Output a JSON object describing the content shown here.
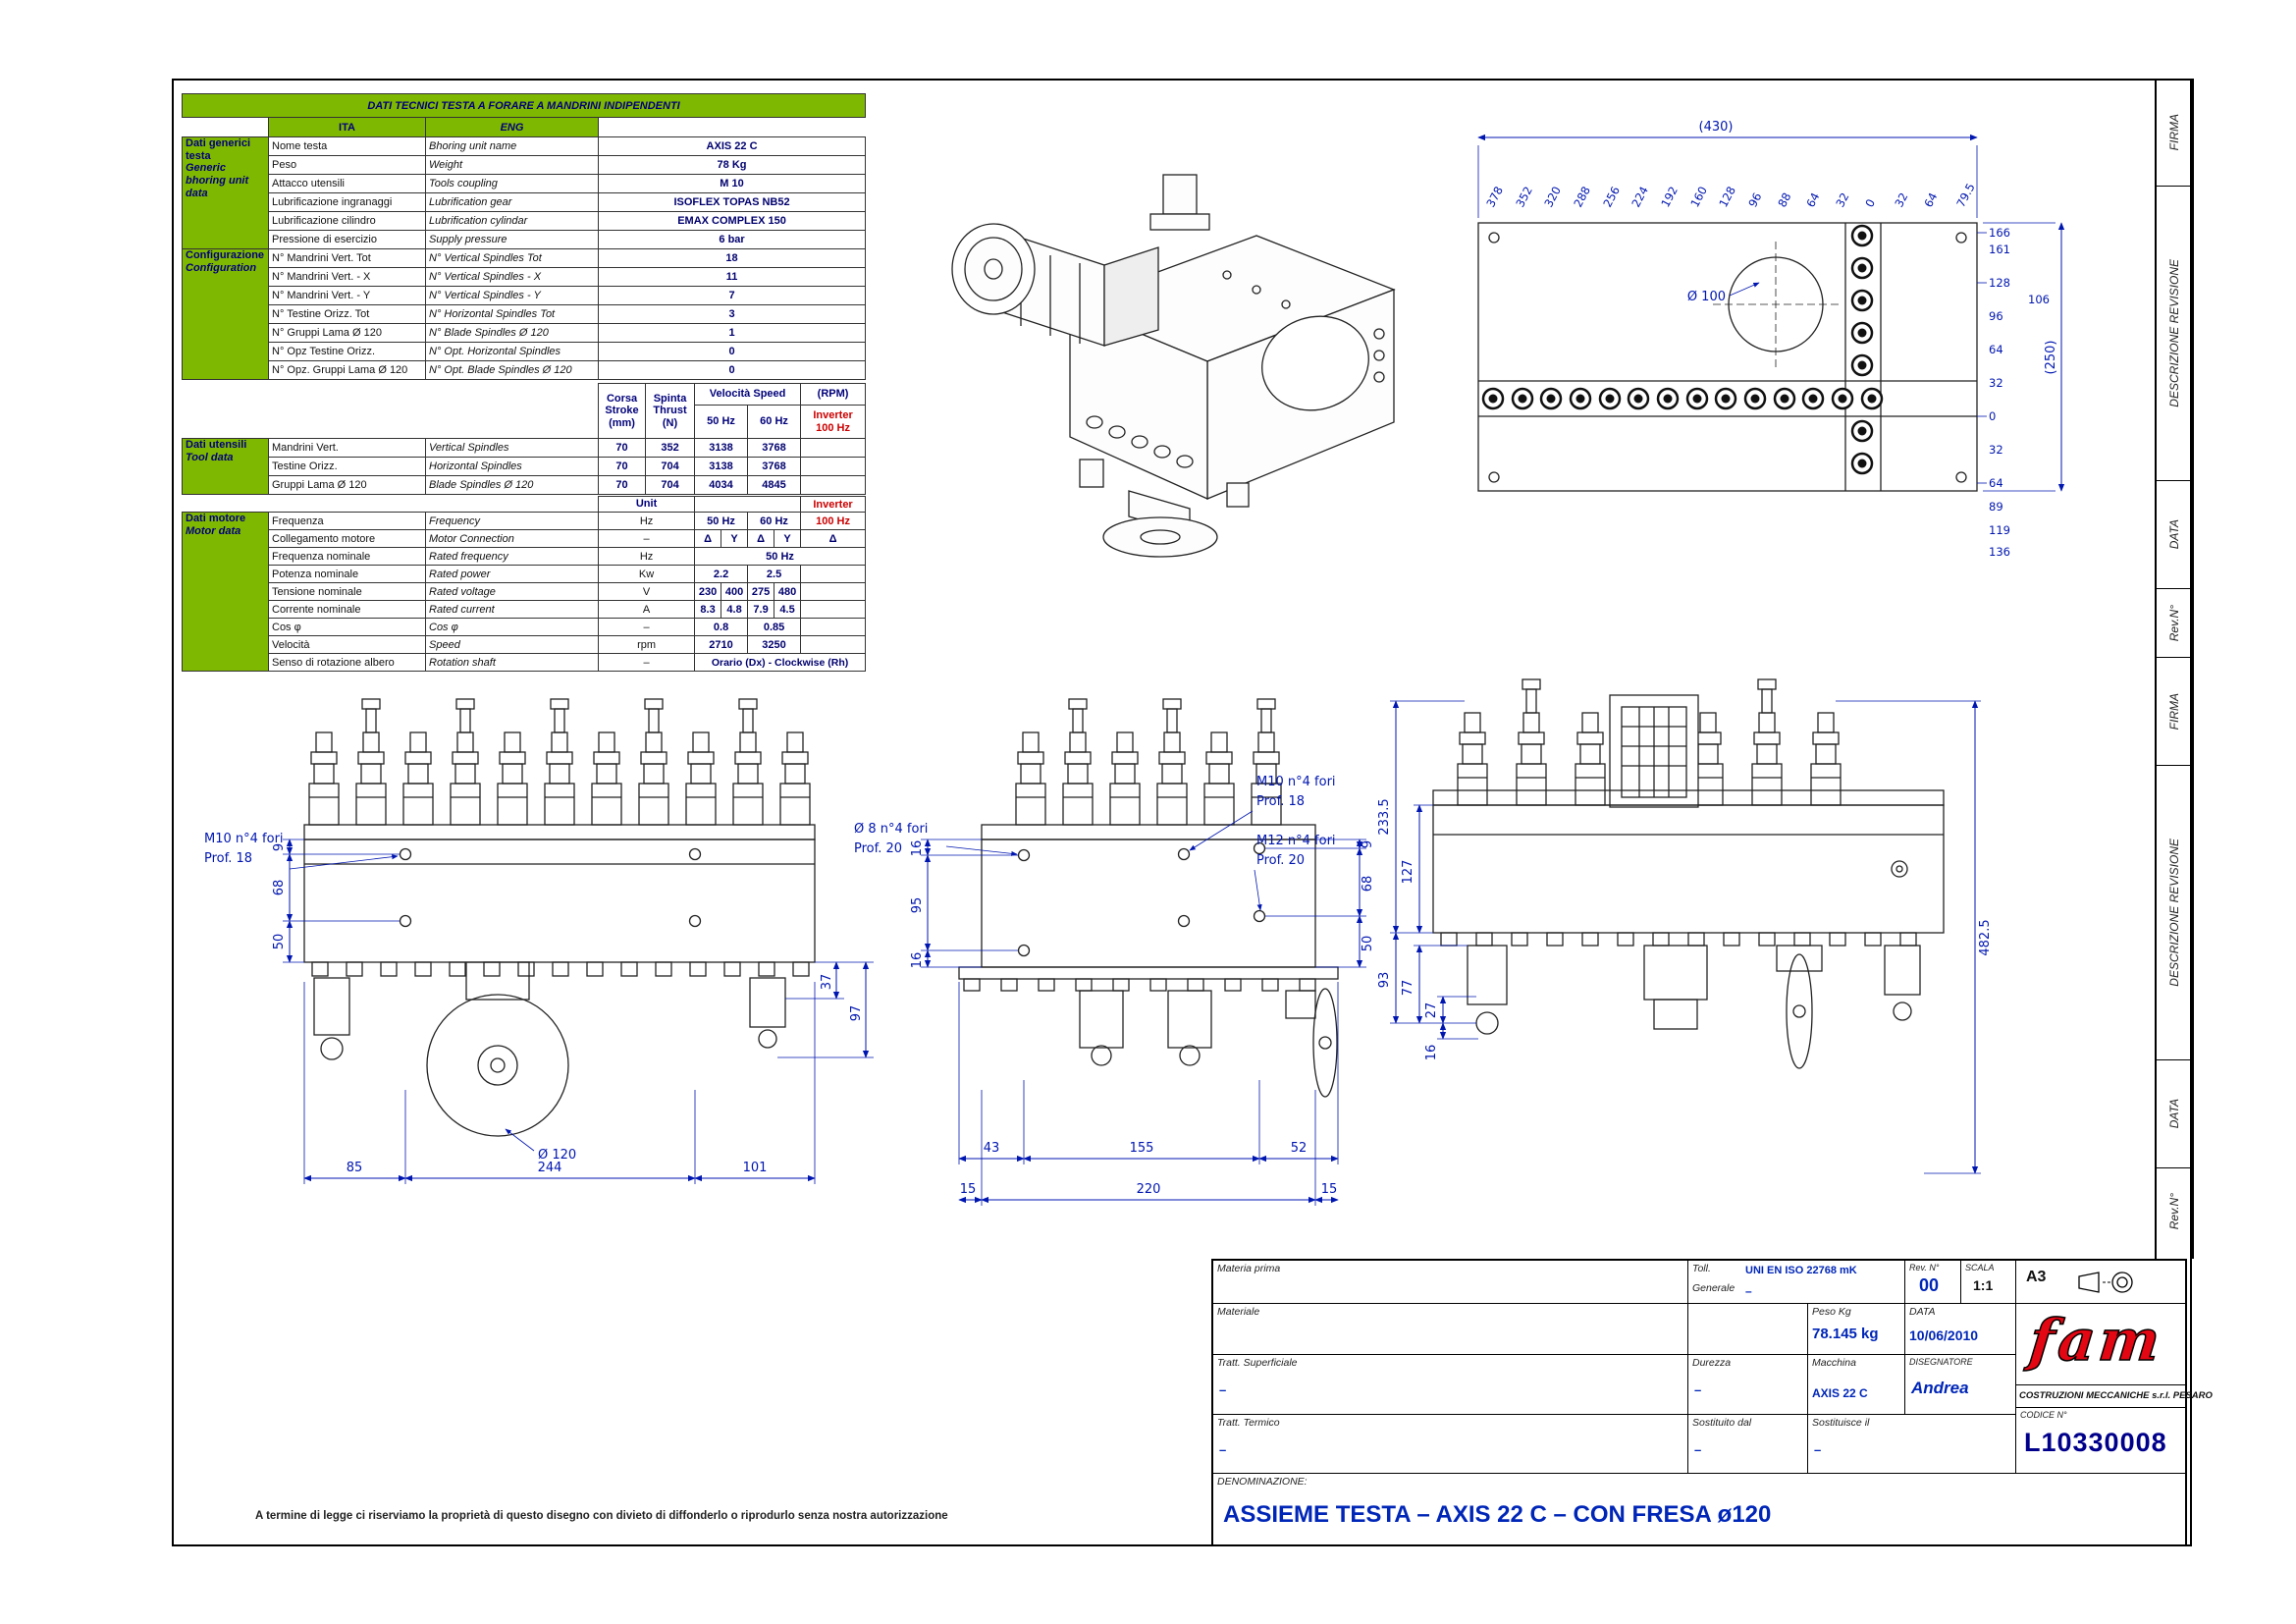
{
  "page": {
    "disclaimer": "A termine di legge ci riserviamo la proprietà di questo disegno con divieto di diffonderlo o riprodurlo senza nostra autorizzazione"
  },
  "colors": {
    "table_green": "#7fb800",
    "navy": "#00007a",
    "red": "#cc0000",
    "dim_blue": "#0016b0",
    "logo_red": "#e30613"
  },
  "strip": {
    "labels": [
      "FIRMA",
      "DESCRIZIONE REVISIONE",
      "DATA",
      "Rev.N°",
      "FIRMA",
      "DESCRIZIONE REVISIONE",
      "DATA",
      "Rev.N°"
    ]
  },
  "table": {
    "title": "DATI TECNICI TESTA A FORARE A MANDRINI INDIPENDENTI",
    "ita": "ITA",
    "eng": "ENG",
    "generic": {
      "side_ita": "Dati generici testa",
      "side_eng": "Generic bhoring unit data",
      "rows": [
        {
          "ita": "Nome testa",
          "eng": "Bhoring unit name",
          "v": "AXIS 22 C"
        },
        {
          "ita": "Peso",
          "eng": "Weight",
          "v": "78 Kg"
        },
        {
          "ita": "Attacco utensili",
          "eng": "Tools coupling",
          "v": "M 10"
        },
        {
          "ita": "Lubrificazione ingranaggi",
          "eng": "Lubrification gear",
          "v": "ISOFLEX TOPAS NB52"
        },
        {
          "ita": "Lubrificazione cilindro",
          "eng": "Lubrification cylindar",
          "v": "EMAX COMPLEX 150"
        },
        {
          "ita": "Pressione di esercizio",
          "eng": "Supply pressure",
          "v": "6 bar"
        }
      ]
    },
    "config": {
      "side_ita": "Configurazione",
      "side_eng": "Configuration",
      "rows": [
        {
          "ita": "N° Mandrini Vert. Tot",
          "eng": "N° Vertical Spindles Tot",
          "v": "18"
        },
        {
          "ita": "N° Mandrini Vert. - X",
          "eng": "N° Vertical Spindles - X",
          "v": "11"
        },
        {
          "ita": "N° Mandrini Vert. - Y",
          "eng": "N° Vertical Spindles - Y",
          "v": "7"
        },
        {
          "ita": "N° Testine Orizz. Tot",
          "eng": "N° Horizontal Spindles Tot",
          "v": "3"
        },
        {
          "ita": "N° Gruppi Lama Ø 120",
          "eng": "N° Blade Spindles Ø 120",
          "v": "1"
        },
        {
          "ita": "N° Opz Testine Orizz.",
          "eng": "N° Opt. Horizontal Spindles",
          "v": "0"
        },
        {
          "ita": "N° Opz. Gruppi Lama Ø 120",
          "eng": "N° Opt. Blade Spindles Ø 120",
          "v": "0"
        }
      ]
    },
    "speed": {
      "corsa": "Corsa",
      "stroke": "Stroke",
      "mm": "(mm)",
      "spinta": "Spinta",
      "thrust": "Thrust",
      "n": "(N)",
      "velocita": "Velocità Speed",
      "rpm": "(RPM)",
      "hz50": "50 Hz",
      "hz60": "60 Hz",
      "inv": "Inverter",
      "hz100": "100 Hz"
    },
    "tool": {
      "side_ita": "Dati utensili",
      "side_eng": "Tool data",
      "rows": [
        {
          "ita": "Mandrini Vert.",
          "eng": "Vertical Spindles",
          "corsa": "70",
          "spinta": "352",
          "v50": "3138",
          "v60": "3768"
        },
        {
          "ita": "Testine Orizz.",
          "eng": "Horizontal Spindles",
          "corsa": "70",
          "spinta": "704",
          "v50": "3138",
          "v60": "3768"
        },
        {
          "ita": "Gruppi Lama Ø 120",
          "eng": "Blade Spindles Ø 120",
          "corsa": "70",
          "spinta": "704",
          "v50": "4034",
          "v60": "4845"
        }
      ]
    },
    "motor": {
      "side_ita": "Dati motore",
      "side_eng": "Motor data",
      "unit": "Unit",
      "inv": "Inverter",
      "freq": {
        "ita": "Frequenza",
        "eng": "Frequency",
        "u": "Hz",
        "v50": "50 Hz",
        "v60": "60 Hz",
        "vinv": "100 Hz"
      },
      "conn": {
        "ita": "Collegamento motore",
        "eng": "Motor Connection",
        "u": "–",
        "c1": "Δ",
        "c2": "Y",
        "c3": "Δ",
        "c4": "Y",
        "c5": "Δ"
      },
      "rfreq": {
        "ita": "Frequenza nominale",
        "eng": "Rated frequency",
        "u": "Hz",
        "v": "50 Hz"
      },
      "power": {
        "ita": "Potenza nominale",
        "eng": "Rated power",
        "u": "Kw",
        "v50": "2.2",
        "v60": "2.5"
      },
      "volt": {
        "ita": "Tensione nominale",
        "eng": "Rated voltage",
        "u": "V",
        "c1": "230",
        "c2": "400",
        "c3": "275",
        "c4": "480"
      },
      "curr": {
        "ita": "Corrente nominale",
        "eng": "Rated current",
        "u": "A",
        "c1": "8.3",
        "c2": "4.8",
        "c3": "7.9",
        "c4": "4.5"
      },
      "cos": {
        "ita": "Cos φ",
        "eng": "Cos φ",
        "u": "–",
        "v50": "0.8",
        "v60": "0.85"
      },
      "vel": {
        "ita": "Velocità",
        "eng": "Speed",
        "u": "rpm",
        "v50": "2710",
        "v60": "3250"
      },
      "rot": {
        "ita": "Senso di rotazione albero",
        "eng": "Rotation shaft",
        "u": "–",
        "v": "Orario (Dx) - Clockwise (Rh)"
      }
    }
  },
  "dims": {
    "top": {
      "w": "(430)",
      "h": "(250)",
      "off": "79.5",
      "bore": "Ø 100",
      "xt": [
        "378",
        "352",
        "320",
        "288",
        "256",
        "224",
        "192",
        "160",
        "128",
        "96",
        "88",
        "64",
        "32",
        "0",
        "32",
        "64"
      ],
      "yt": [
        "166",
        "161",
        "128",
        "106",
        "96",
        "64",
        "32",
        "0",
        "32",
        "64",
        "89",
        "119",
        "136"
      ]
    },
    "front": {
      "n1": "M10   n°4 fori",
      "n1b": "Prof. 18",
      "l": [
        "9",
        "68",
        "50"
      ],
      "b": [
        "85",
        "244",
        "101"
      ],
      "blade": "Ø 120",
      "r": [
        "37",
        "97"
      ]
    },
    "mid": {
      "n1": "Ø 8  n°4 fori",
      "n1b": "Prof. 20",
      "n2": "M10   n°4 fori",
      "n2b": "Prof. 18",
      "n3": "M12   n°4 fori",
      "n3b": "Prof. 20",
      "l": [
        "16",
        "95",
        "16"
      ],
      "r": [
        "9",
        "68",
        "50"
      ],
      "b1": [
        "43",
        "155",
        "52"
      ],
      "b2": [
        "15",
        "220",
        "15"
      ]
    },
    "side": {
      "l": [
        "233.5",
        "127",
        "93",
        "77",
        "27",
        "16"
      ],
      "r": "482.5"
    }
  },
  "tb": {
    "materia_prima": "Materia prima",
    "toll": "Toll.",
    "generale": "Generale",
    "toll_value": "UNI EN ISO 22768 mK",
    "toll_dash": "–",
    "rev_label": "Rev. N°",
    "rev_value": "00",
    "scala_label": "SCALA",
    "scala_value": "1:1",
    "format": "A3",
    "materiale": "Materiale",
    "peso_label": "Peso Kg",
    "peso_value": "78.145 kg",
    "data_label": "DATA",
    "data_value": "10/06/2010",
    "tratt_sup": "Tratt. Superficiale",
    "tratt_sup_value": "–",
    "durezza": "Durezza",
    "durezza_value": "–",
    "macchina_label": "Macchina",
    "macchina_value": "AXIS 22 C",
    "disegnatore_label": "DISEGNATORE",
    "disegnatore_value": "Andrea",
    "company": "COSTRUZIONI MECCANICHE s.r.l. PESARO",
    "codice_label": "CODICE N°",
    "codice_value": "L10330008",
    "tratt_term": "Tratt. Termico",
    "tratt_term_value": "–",
    "sostituito": "Sostituito dal",
    "sostituito_value": "–",
    "sostituisce": "Sostituisce il",
    "sostituisce_value": "–",
    "denominazione_label": "DENOMINAZIONE:",
    "denominazione_value": "ASSIEME TESTA – AXIS 22 C – CON FRESA ø120",
    "logo": "fam"
  }
}
